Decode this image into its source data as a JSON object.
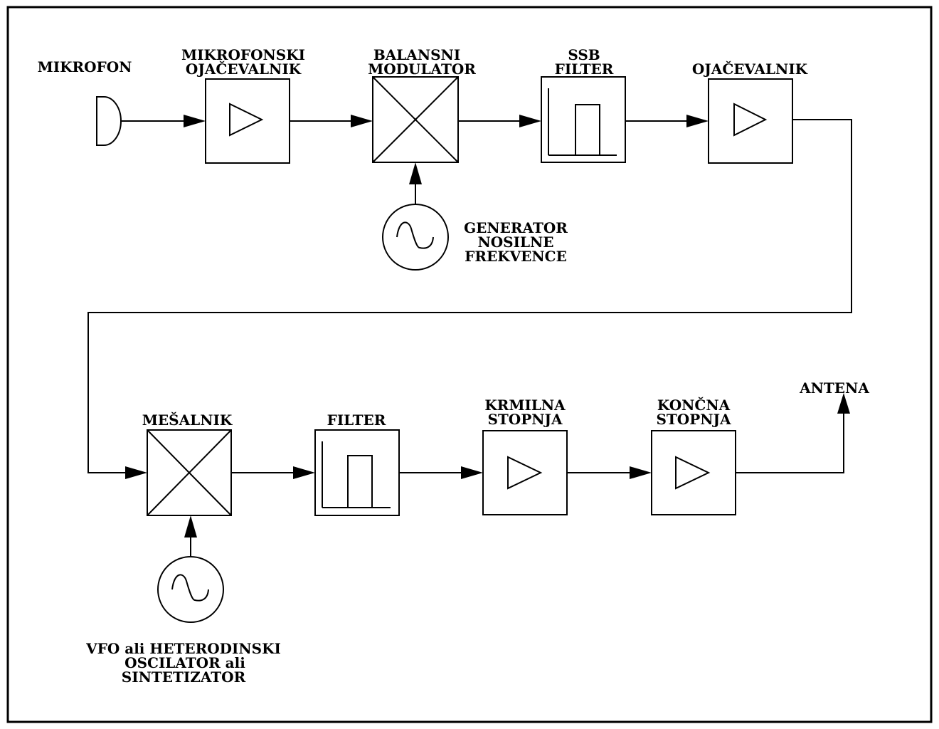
{
  "diagram": {
    "colors": {
      "line": "#000000",
      "background": "#ffffff"
    },
    "labels": {
      "mikrofon": "MIKROFON",
      "mic_amp_1": "MIKROFONSKI",
      "mic_amp_2": "OJAČEVALNIK",
      "balanced_1": "BALANSNI",
      "balanced_2": "MODULATOR",
      "ssb_1": "SSB",
      "ssb_2": "FILTER",
      "amp": "OJAČEVALNIK",
      "carrier_1": "GENERATOR",
      "carrier_2": "NOSILNE",
      "carrier_3": "FREKVENCE",
      "mixer": "MEŠALNIK",
      "filter": "FILTER",
      "driver_1": "KRMILNA",
      "driver_2": "STOPNJA",
      "final_1": "KONČNA",
      "final_2": "STOPNJA",
      "antenna": "ANTENA",
      "vfo_1": "VFO ali HETERODINSKI",
      "vfo_2": "OSCILATOR ali",
      "vfo_3": "SINTETIZATOR"
    },
    "icons": {
      "microphone": "microphone-icon",
      "amplifier": "amplifier-triangle-icon",
      "mixer": "mixer-cross-icon",
      "filter": "bandpass-filter-icon",
      "oscillator": "sine-oscillator-icon",
      "antenna": "antenna-arrow-icon"
    }
  }
}
